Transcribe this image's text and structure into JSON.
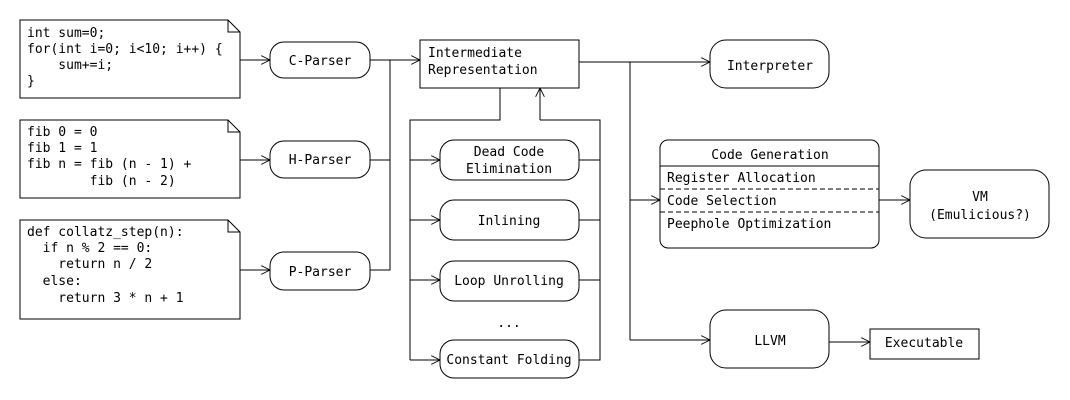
{
  "sources": {
    "c_code": [
      "int sum=0;",
      "for(int i=0; i<10; i++) {",
      "    sum+=i;",
      "}"
    ],
    "h_code": [
      "fib 0 = 0",
      "fib 1 = 1",
      "fib n = fib (n - 1) +",
      "        fib (n - 2)"
    ],
    "p_code": [
      "def collatz_step(n):",
      "  if n % 2 == 0:",
      "    return n / 2",
      "  else:",
      "    return 3 * n + 1"
    ]
  },
  "parsers": {
    "c": "C-Parser",
    "h": "H-Parser",
    "p": "P-Parser"
  },
  "ir": {
    "line1": "Intermediate",
    "line2": "Representation"
  },
  "optimizations": {
    "dce_line1": "Dead Code",
    "dce_line2": "Elimination",
    "inlining": "Inlining",
    "loop_unrolling": "Loop Unrolling",
    "ellipsis": "...",
    "constant_folding": "Constant Folding"
  },
  "backends": {
    "interpreter": "Interpreter",
    "codegen": {
      "title": "Code Generation",
      "steps": [
        "Register Allocation",
        "Code Selection",
        "Peephole Optimization"
      ]
    },
    "vm_line1": "VM",
    "vm_line2": "(Emulicious?)",
    "llvm": "LLVM",
    "executable": "Executable"
  }
}
